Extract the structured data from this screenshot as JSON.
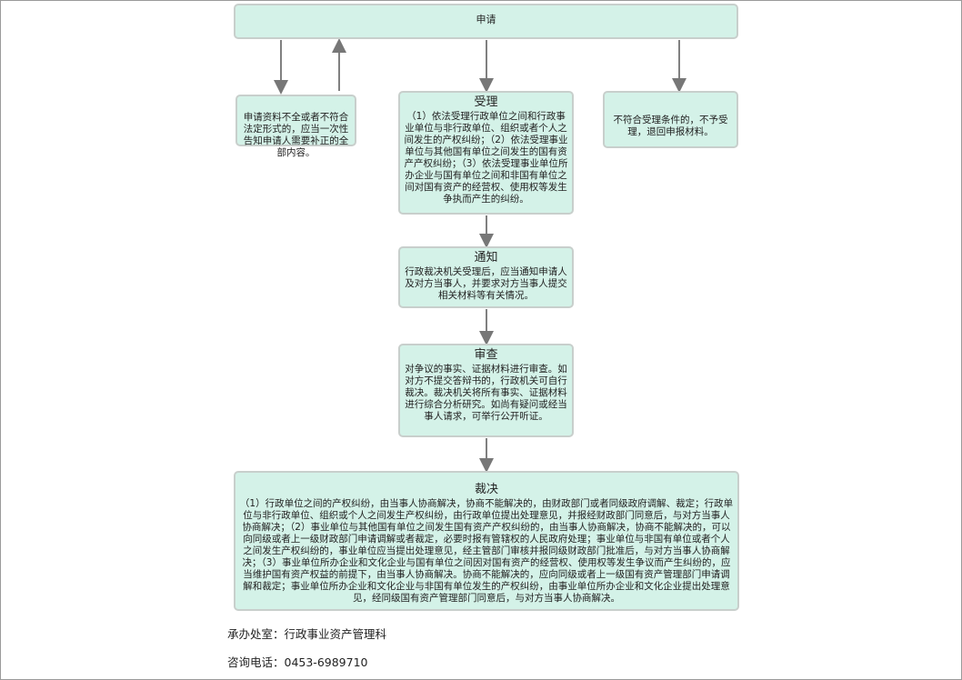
{
  "apply": {
    "title": "申请"
  },
  "incomplete": {
    "text": "申请资料不全或者不符合法定形式的，应当一次性告知申请人需要补正的全部内容。"
  },
  "accept": {
    "title": "受理",
    "text": "（1）依法受理行政单位之间和行政事业单位与非行政单位、组织或者个人之间发生的产权纠纷；（2）依法受理事业单位与其他国有单位之间发生的国有资产产权纠纷；（3）依法受理事业单位所办企业与国有单位之间和非国有单位之间对国有资产的经营权、使用权等发生争执而产生的纠纷。"
  },
  "reject": {
    "text": "不符合受理条件的，不予受理，退回申报材料。"
  },
  "notify": {
    "title": "通知",
    "text": "行政裁决机关受理后，应当通知申请人及对方当事人，并要求对方当事人提交相关材料等有关情况。"
  },
  "review": {
    "title": "审查",
    "text": "对争议的事实、证据材料进行审查。如对方不提交答辩书的，行政机关可自行裁决。裁决机关将所有事实、证据材料进行综合分析研究。如尚有疑问或经当事人请求，可举行公开听证。"
  },
  "ruling": {
    "title": "裁决",
    "text": "（1）行政单位之间的产权纠纷，由当事人协商解决，协商不能解决的，由财政部门或者同级政府调解、裁定；行政单位与非行政单位、组织或个人之间发生产权纠纷，由行政单位提出处理意见，并报经财政部门同意后，与对方当事人协商解决；（2）事业单位与其他国有单位之间发生国有资产产权纠纷的，由当事人协商解决，协商不能解决的，可以向同级或者上一级财政部门申请调解或者裁定，必要时报有管辖权的人民政府处理；事业单位与非国有单位或者个人之间发生产权纠纷的，事业单位应当提出处理意见，经主管部门审核并报同级财政部门批准后，与对方当事人协商解决；（3）事业单位所办企业和文化企业与国有单位之间因对国有资产的经营权、使用权等发生争议而产生纠纷的，应当维护国有资产权益的前提下，由当事人协商解决。协商不能解决的，应向同级或者上一级国有资产管理部门申请调解和裁定；事业单位所办企业和文化企业与非国有单位发生的产权纠纷，由事业单位所办企业和文化企业提出处理意见，经同级国有资产管理部门同意后，与对方当事人协商解决。"
  },
  "footer": {
    "office": "承办处室：行政事业资产管理科",
    "phone": "咨询电话：0453-6989710"
  }
}
